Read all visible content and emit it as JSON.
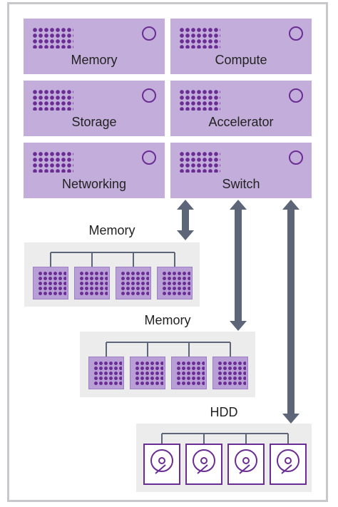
{
  "racks": [
    {
      "label": "Memory"
    },
    {
      "label": "Compute"
    },
    {
      "label": "Storage"
    },
    {
      "label": "Accelerator"
    },
    {
      "label": "Networking"
    },
    {
      "label": "Switch"
    }
  ],
  "pools": [
    {
      "title": "Memory"
    },
    {
      "title": "Memory"
    },
    {
      "title": "HDD"
    }
  ],
  "colors": {
    "rack": "#c3addb",
    "accent": "#6a2d94",
    "arrow": "#5c6678",
    "pool_bg": "#ececec"
  }
}
